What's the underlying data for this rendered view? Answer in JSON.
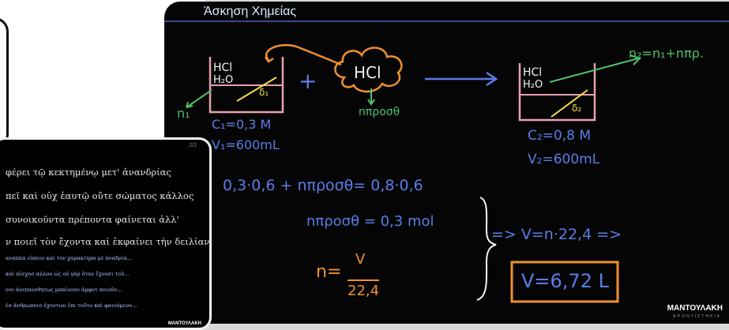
{
  "board": {
    "title": "Άσκηση Χημείας",
    "logo": "ΜΑΝΤΟΥΛΑΚΗ",
    "logo_sub": "ΦΡΟΝΤΙΣΤΗΡΙΑ",
    "colors": {
      "pink": "#e8a0b0",
      "yellow": "#f4e04a",
      "green": "#4fc06a",
      "blue": "#5a7de8",
      "orange": "#f09030",
      "white": "#f2f2f2"
    },
    "notes": {
      "beaker1_hcl": "HCl",
      "beaker1_h2o": "H₂O",
      "beaker1_d": "δ₁",
      "plus": "+",
      "gas_hcl": "HCl",
      "n_added": "nπροσθ",
      "n1": "n₁",
      "c1": "C₁=0,3 M",
      "v1": "V₁=600mL",
      "beaker2_hcl": "HCl",
      "beaker2_h2o": "H₂O",
      "beaker2_d": "δ₂",
      "n2": "n₂=n₁+nπρ.",
      "c2": "C₂=0,8 M",
      "v2": "V₂=600mL",
      "eq1": "0,3·0,6 + nπροσθ= 0,8·0,6",
      "eq2": "nπροσθ = 0,3 mol",
      "eq3_n": "n=",
      "eq3_num": "V",
      "eq3_den": "22,4",
      "eq4": "=> V=n·22,4 =>",
      "answer": "V=6,72 L"
    }
  },
  "thumbnail": {
    "pager": "2/2",
    "lines": [
      "φέρει τῷ κεκτημένῳ μετ' ἀνανδρίας",
      "πεῖ καὶ οὐχ ἑαυτῷ οὔτε σώματος κάλλος",
      "συνοικοῦντα πρέποντα φαίνεται ἀλλ'",
      "ν ποιεῖ τὸν ἔχοντα καὶ ἐκφαίνει τὴν δειλίαν"
    ],
    "small_lines": [
      "αναπλα εὐποιν καὶ τὸν χαρακτηρα μὲ ἀναδρία...",
      "καὶ αἰσχοσ αλλου ὡς οὐ γὰρ ὅταν ἔχουσι τοῦ...",
      "σοι ἀνεπαισθητως μπαίνουν ἀμφοτ ποιοῦν...",
      "ἐσ ἀνθρωποισ ἐχοντων ἐπι τοῦτο καὶ φαινόμενο..."
    ],
    "logo": "ΜΑΝΤΟΥΛΑΚΗ"
  }
}
